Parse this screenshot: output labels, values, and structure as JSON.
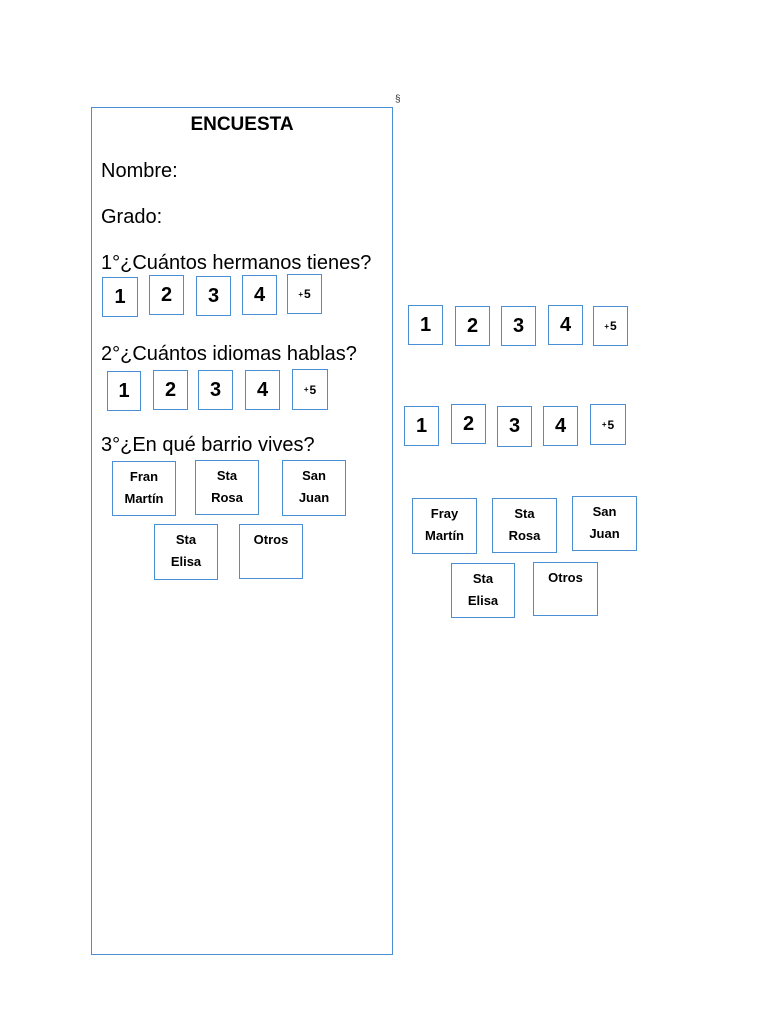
{
  "section_mark": "§",
  "survey": {
    "title": "ENCUESTA",
    "name_label": "Nombre:",
    "grade_label": "Grado:",
    "q1": "1°¿Cuántos hermanos tienes?",
    "q2": "2°¿Cuántos idiomas hablas?",
    "q3": "3°¿En qué barrio vives?"
  },
  "options": {
    "n1": "1",
    "n2": "2",
    "n3": "3",
    "n4": "4",
    "plus_sign": "+",
    "plus_value": "5"
  },
  "barrios_panel": {
    "fran_a": "Fran",
    "fran_b": "Martín",
    "rosa_a": "Sta",
    "rosa_b": "Rosa",
    "juan_a": "San",
    "juan_b": "Juan",
    "elisa_a": "Sta",
    "elisa_b": "Elisa",
    "otros": "Otros"
  },
  "barrios_loose": {
    "fray_a": "Fray",
    "fray_b": "Martín",
    "rosa_a": "Sta",
    "rosa_b": "Rosa",
    "juan_a": "San",
    "juan_b": "Juan",
    "elisa_a": "Sta",
    "elisa_b": "Elisa",
    "otros": "Otros"
  }
}
